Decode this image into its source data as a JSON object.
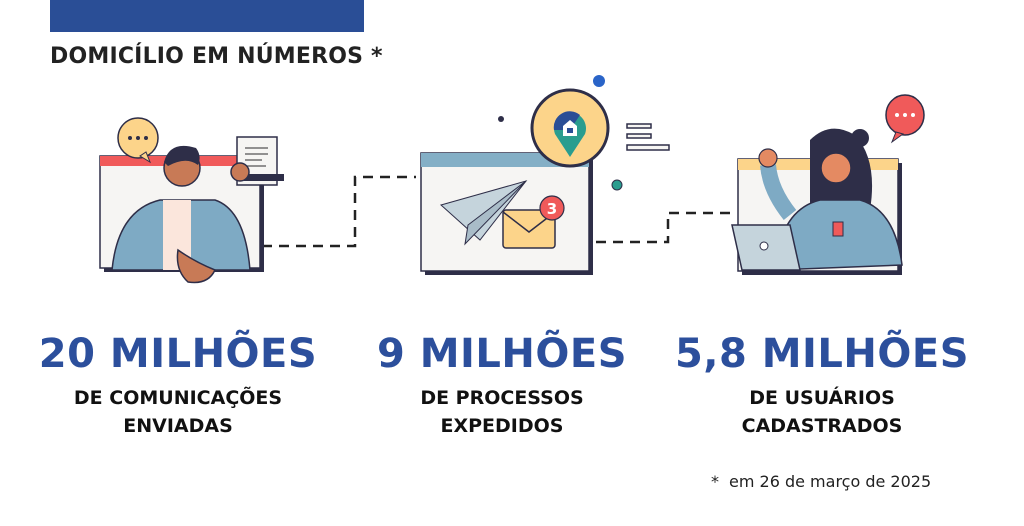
{
  "title": "DOMICÍLIO EM NÚMEROS *",
  "stats": [
    {
      "value": "20 MILHÕES",
      "line1": "DE COMUNICAÇÕES",
      "line2": "ENVIADAS"
    },
    {
      "value": "9 MILHÕES",
      "line1": "DE PROCESSOS",
      "line2": "EXPEDIDOS"
    },
    {
      "value": "5,8 MILHÕES",
      "line1": "DE USUÁRIOS",
      "line2": "CADASTRADOS"
    }
  ],
  "illustration": {
    "notification_count": "3"
  },
  "footnote": {
    "marker": "*",
    "text": "em 26 de março de 2025"
  },
  "colors": {
    "brand_blue": "#2a4e96",
    "number_blue": "#2c4f9c",
    "accent_red": "#f05a5a",
    "accent_yellow": "#fcd48a",
    "shirt_blue": "#7eaac4"
  }
}
